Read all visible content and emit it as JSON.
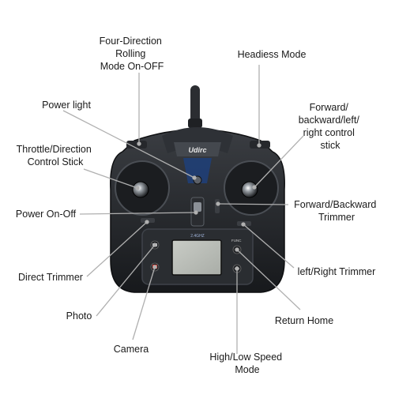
{
  "labels": {
    "four_direction": [
      "Four-Direction",
      "Rolling",
      "Mode On-OFF"
    ],
    "headless": "Headiess Mode",
    "power_light": "Power light",
    "forward_stick": [
      "Forward/",
      "backward/left/",
      "right control",
      "stick"
    ],
    "throttle_stick": [
      "Throttle/Direction",
      "Control Stick"
    ],
    "power_onoff": "Power On-Off",
    "fb_trimmer": [
      "Forward/Backward",
      "Trimmer"
    ],
    "direct_trimmer": "Direct Trimmer",
    "lr_trimmer": "left/Right Trimmer",
    "photo": "Photo",
    "return_home": "Return Home",
    "camera": "Camera",
    "speed_mode": [
      "High/Low Speed",
      "Mode"
    ]
  },
  "device": {
    "brand": "Udirc",
    "frequency": "2.4GHZ",
    "func_label": "FUNC"
  }
}
